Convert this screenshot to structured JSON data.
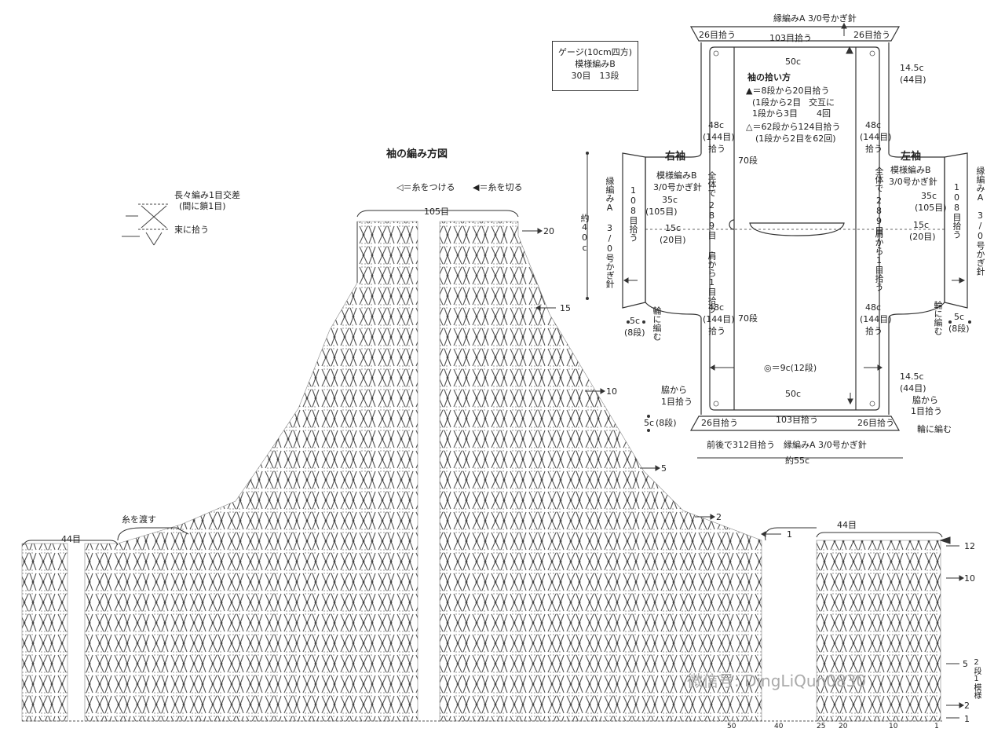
{
  "title": "袖の編み方図",
  "legend": {
    "attach": "◁＝糸をつける",
    "cut": "◀＝糸を切る",
    "stitch1_line1": "長々編み1目交差",
    "stitch1_line2": "(間に鎖1目)",
    "stitch2": "束に拾う"
  },
  "gauge": {
    "line1": "ゲージ(10cm四方)",
    "line2": "模様編みB",
    "line3": "30目　13段"
  },
  "chart": {
    "top_count": "105目",
    "left_count": "44目",
    "right_count": "44目",
    "carry_yarn": "糸を渡す",
    "row_labels": [
      "20",
      "15",
      "10",
      "5",
      "2",
      "1"
    ],
    "right_rows": [
      "12",
      "10",
      "5",
      "2",
      "1"
    ],
    "pattern_note": "2段1模様",
    "bottom_ticks": [
      "50",
      "40",
      "25",
      "20",
      "10",
      "1"
    ],
    "height_label": "約40c"
  },
  "schematic": {
    "top_band": "縁編みA 3/0号かぎ針",
    "top_left": "26目拾う",
    "top_mid": "103目拾う",
    "top_right": "26目拾う",
    "width_top": "50c",
    "width_bottom": "50c",
    "pickup_title": "袖の拾い方",
    "pickup_1": "▲＝8段から20目拾う",
    "pickup_2a": "(1段から2目",
    "pickup_2b": "1段から3目",
    "pickup_2c": "交互に",
    "pickup_2d": "4回",
    "pickup_3": "△＝62段から124目拾う",
    "pickup_4": "(1段から2目を62回)",
    "shoulder_l": "14.5c",
    "shoulder_l2": "(44目)",
    "side_48a": "48c",
    "side_144a": "(144目)",
    "side_hiro": "拾う",
    "rows_70": "70段",
    "total": "全体で",
    "total_n": "289目",
    "shoulder_pick": "肩から1目拾う",
    "right_sleeve": "右袖",
    "left_sleeve": "左袖",
    "sleeve_pattern": "模様編みB",
    "sleeve_hook": "3/0号かぎ針",
    "sleeve_35": "35c",
    "sleeve_105": "(105目)",
    "sleeve_15": "15c",
    "sleeve_20": "(20目)",
    "edge_a": "縁編みA",
    "hook_v": "3/0号かぎ針",
    "pick108": "108目拾う",
    "ring": "輪に編む",
    "cuff_5": "5c",
    "cuff_8": "(8段)",
    "center_note": "◎＝9c(12段)",
    "side_pick": "脇から",
    "side_pick2": "1目拾う",
    "bottom_left": "26目拾う",
    "bottom_mid": "103目拾う",
    "bottom_right": "26目拾う",
    "bottom_band": "前後で312目拾う　縁編みA 3/0号かぎ針",
    "total_width": "約55c"
  },
  "watermark": "微信号: DingLiQun0830"
}
